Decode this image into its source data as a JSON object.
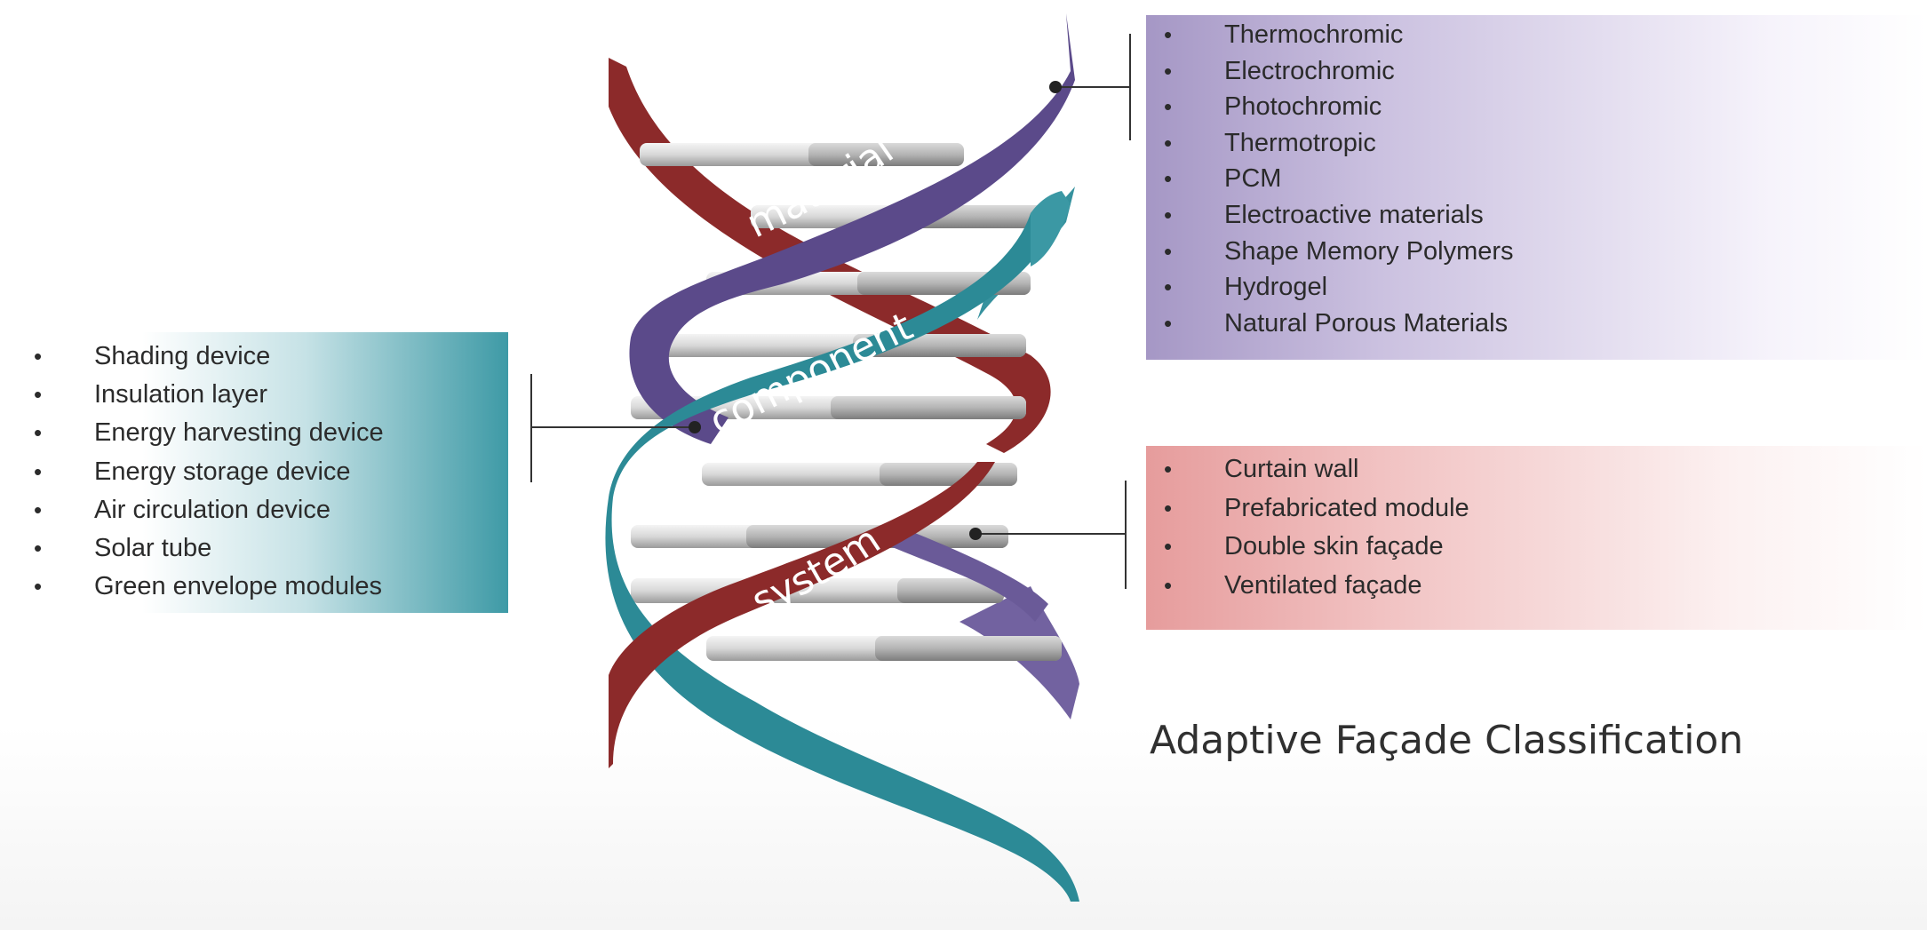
{
  "diagram": {
    "title": "Adaptive Façade Classification",
    "strands": {
      "material": "material",
      "component": "component",
      "system": "system"
    },
    "colors": {
      "material": "#5b4a8a",
      "component": "#2c8a96",
      "system": "#8c2a2a"
    },
    "groups": {
      "material": {
        "items": [
          "Thermochromic",
          "Electrochromic",
          "Photochromic",
          "Thermotropic",
          "PCM",
          "Electroactive materials",
          "Shape Memory Polymers",
          "Hydrogel",
          "Natural Porous Materials"
        ]
      },
      "component": {
        "items": [
          "Shading device",
          "Insulation layer",
          "Energy harvesting device",
          "Energy storage device",
          "Air circulation device",
          "Solar tube",
          "Green envelope modules"
        ]
      },
      "system": {
        "items": [
          "Curtain wall",
          "Prefabricated module",
          "Double skin façade",
          "Ventilated façade"
        ]
      }
    },
    "bullet": "•"
  }
}
